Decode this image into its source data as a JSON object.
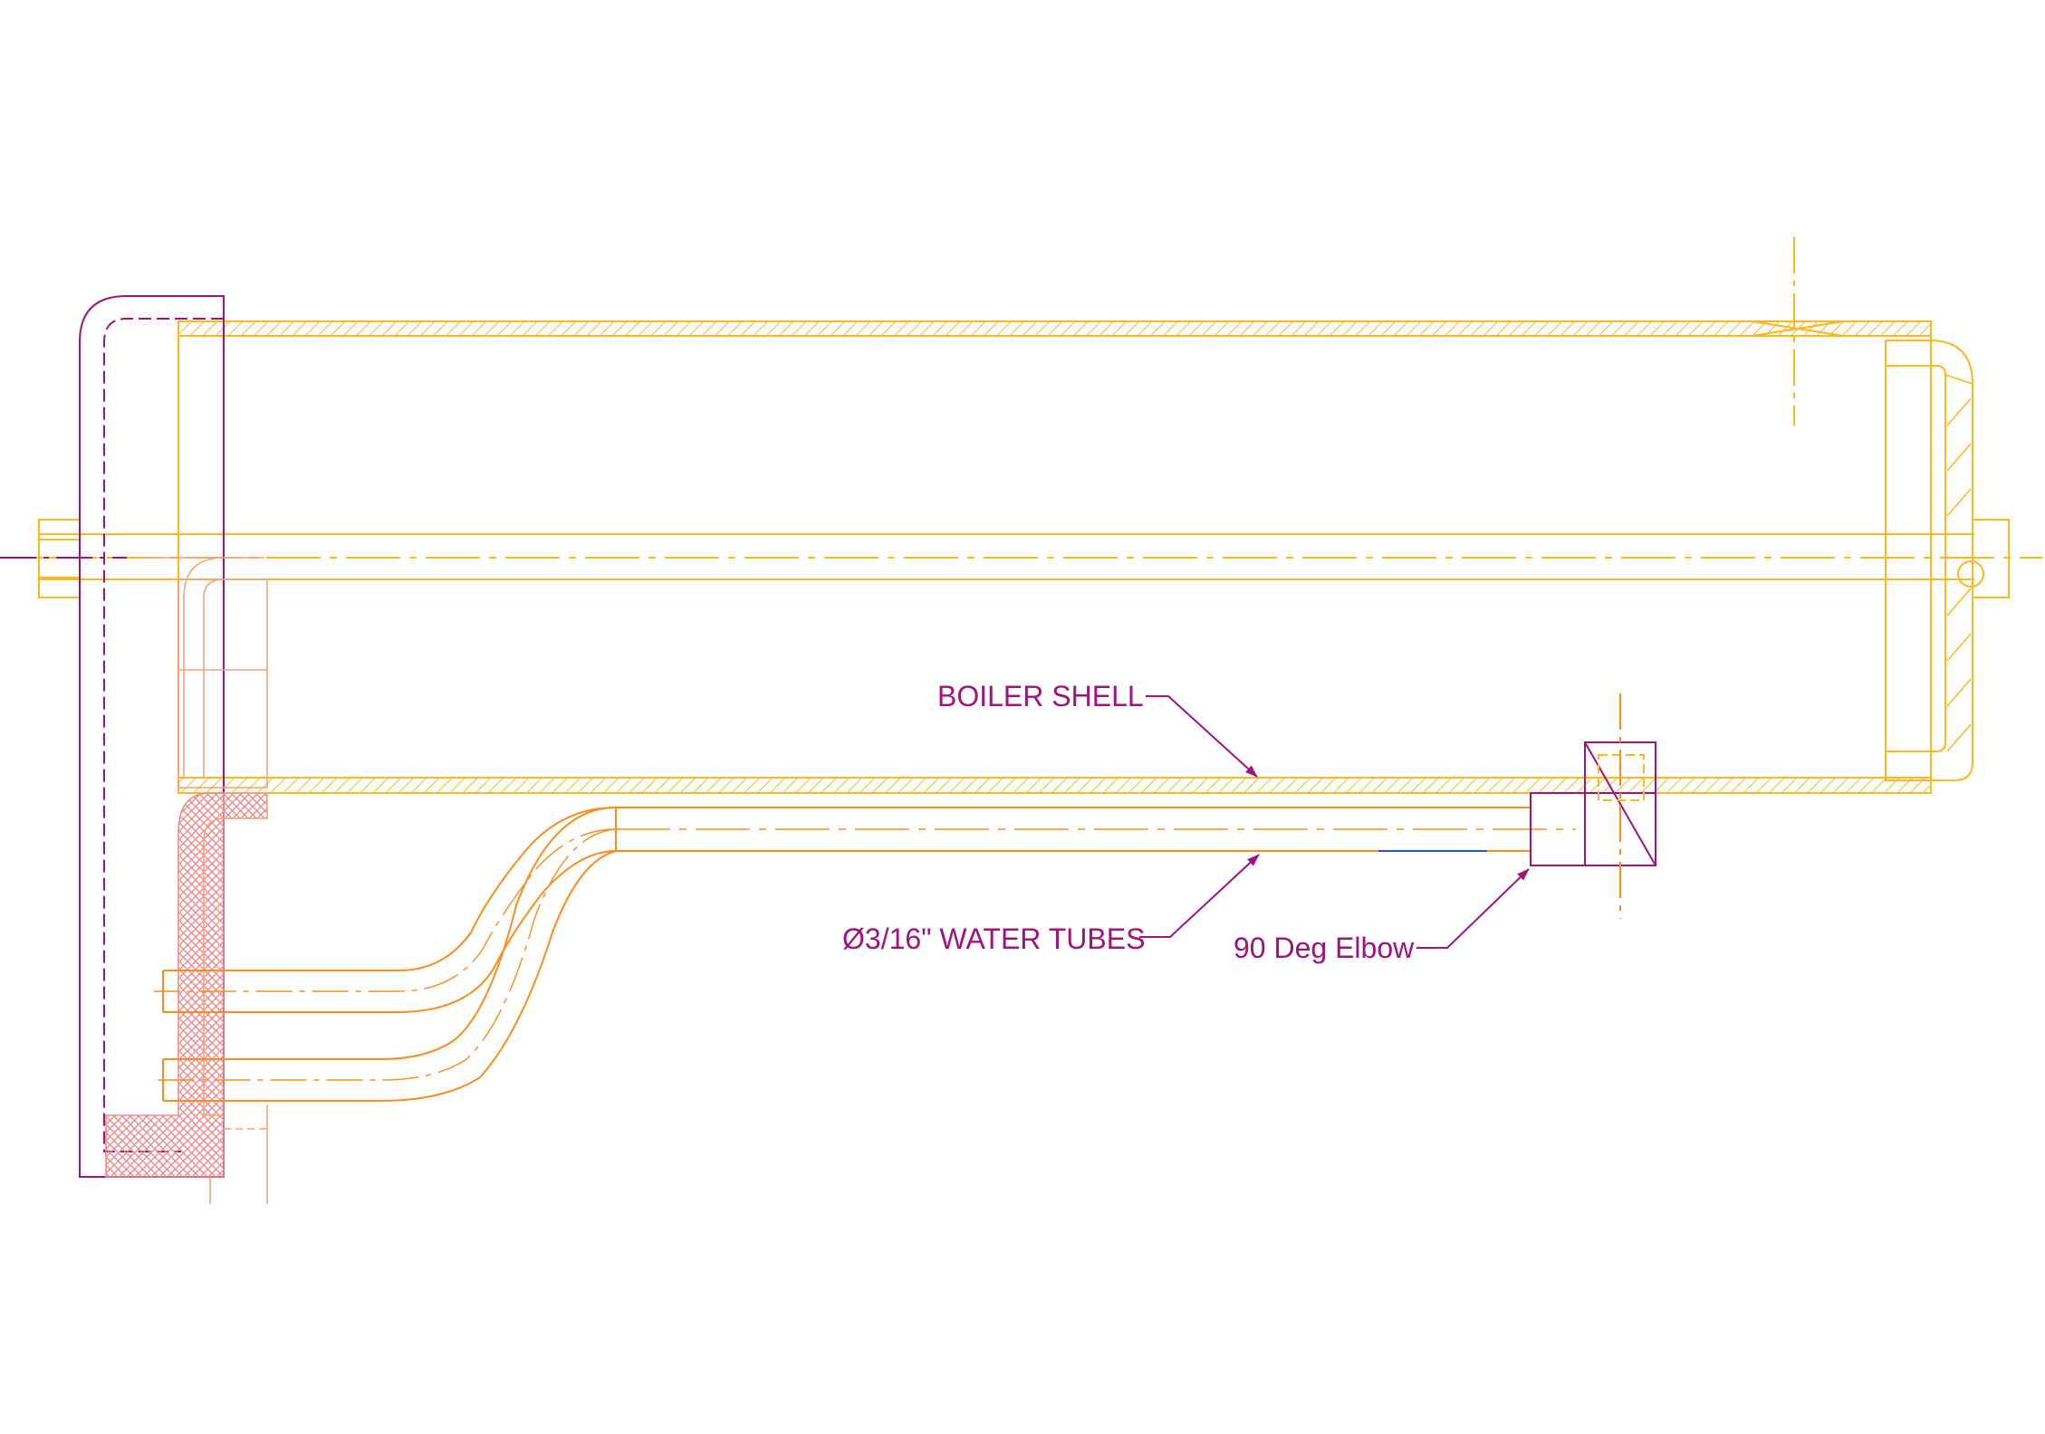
{
  "labels": {
    "boiler_shell": "BOILER SHELL",
    "water_tubes": "Ø3/16\" WATER TUBES",
    "elbow": "90 Deg Elbow"
  },
  "colors": {
    "shell": "#ffb81c",
    "annotation": "#a0137c",
    "tube": "#ff8c1a",
    "burner": "#f4a37a",
    "hatch_pink": "#f08a8a",
    "accent_blue": "#2050ff",
    "background": "#ffffff"
  }
}
